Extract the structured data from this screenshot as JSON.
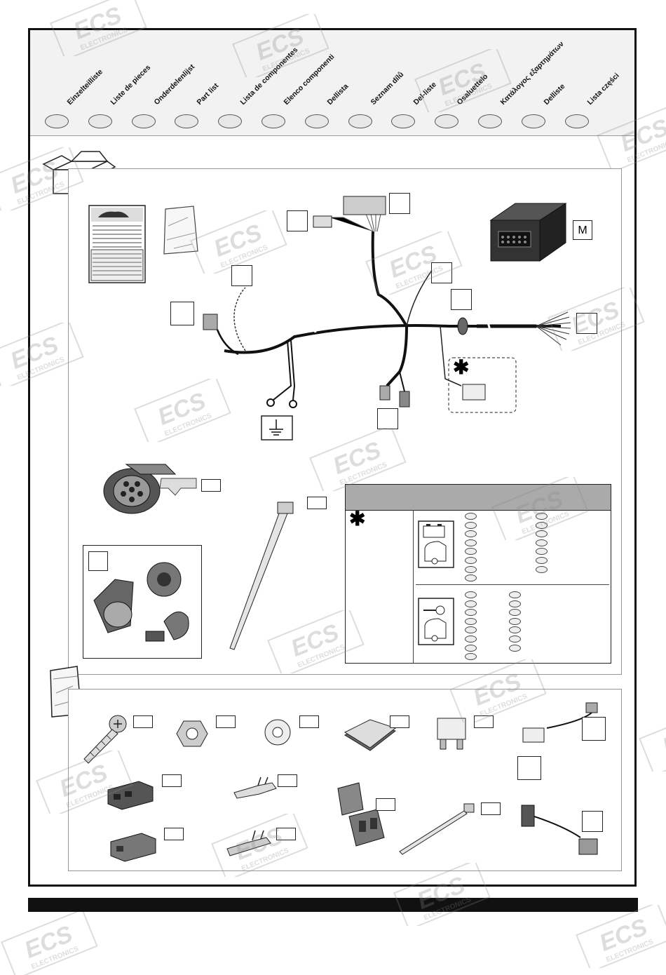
{
  "header": {
    "languages": [
      "Einzelteilliste",
      "Liste de pieces",
      "Onderdelenlijst",
      "Part list",
      "Lista de componentes",
      "Elenco componenti",
      "Dellista",
      "Seznam dílů",
      "Del-liste",
      "Osaluettelo",
      "Κατάλογος εξαρτημάτων",
      "Delliste",
      "Lista części"
    ]
  },
  "labels": {
    "module": "M",
    "asterisk": "✱"
  },
  "watermark": {
    "brand": "ECS",
    "sub": "ELECTRONICS"
  }
}
